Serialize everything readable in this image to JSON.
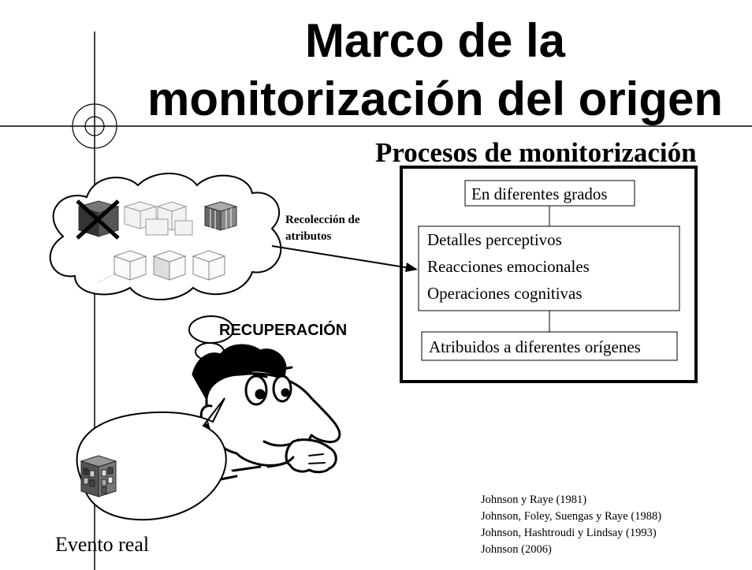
{
  "title": {
    "line1": "Marco de la",
    "line2": "monitorización del origen"
  },
  "subtitle": "Procesos de monitorización",
  "process_box": {
    "degrees": "En diferentes grados",
    "details": [
      "Detalles perceptivos",
      "Reacciones emocionales",
      "Operaciones cognitivas"
    ],
    "attributed": "Atribuidos a diferentes orígenes"
  },
  "arrow_label": {
    "line1": "Recolección de",
    "line2": "atributos"
  },
  "retrieval_label": "RECUPERACIÓN",
  "event_label": "Evento real",
  "references": [
    "Johnson y Raye (1981)",
    "Johnson, Foley, Suengas y Raye (1988)",
    "Johnson, Hashtroudi y Lindsay (1993)",
    "Johnson (2006)"
  ]
}
